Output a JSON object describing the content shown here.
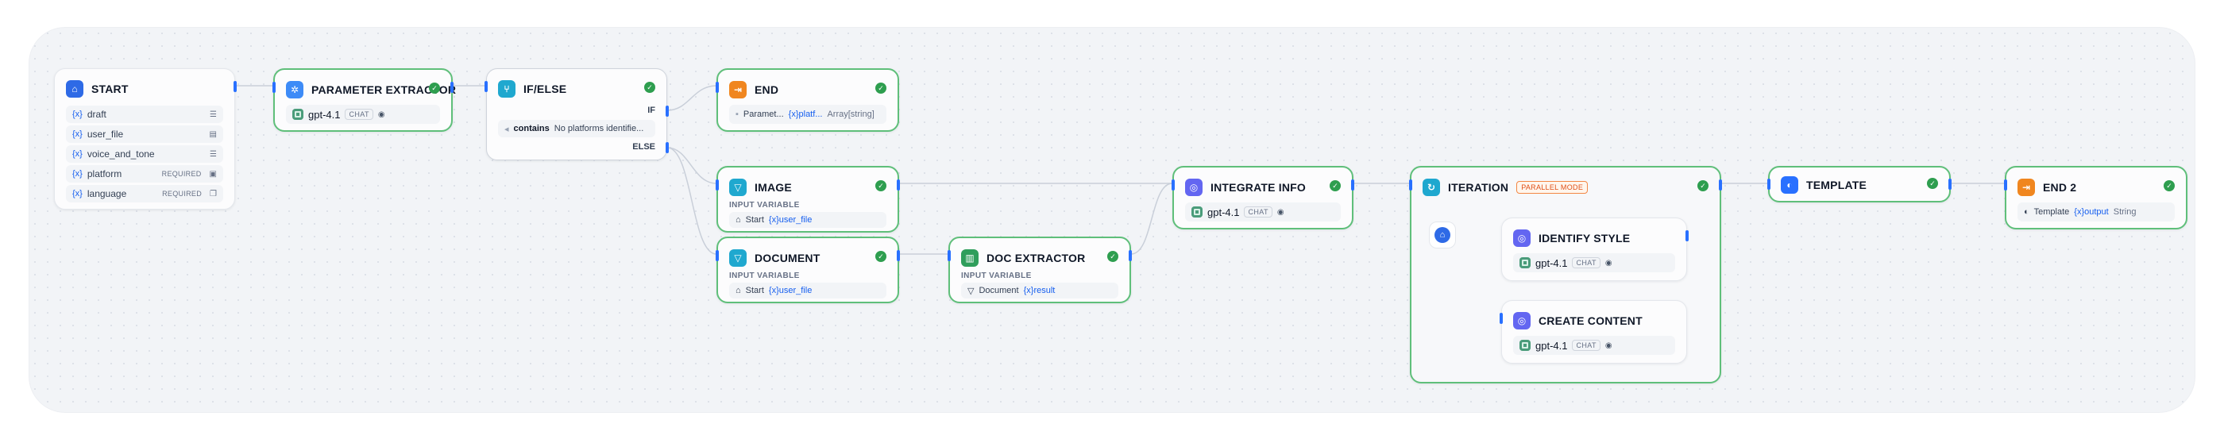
{
  "colors": {
    "accent_blue": "#2970ff",
    "success_green": "#2e9e4f",
    "node_border_selected": "#5fbf7a",
    "start_icon": "#2e6ae6",
    "param_icon": "#3d8bf7",
    "ifelse_icon": "#1fa8cf",
    "end_icon": "#f0861f",
    "image_icon": "#1fa8cf",
    "doc_extractor_icon": "#2f9e5b",
    "integrate_icon": "#6366f1",
    "iteration_icon": "#1fa8cf",
    "template_icon": "#2970ff",
    "parallel_badge": "#e04f16"
  },
  "start": {
    "title": "START",
    "icon": "home-icon",
    "vars": [
      {
        "prefix": "{x}",
        "name": "draft",
        "required": "",
        "icon": "text-paragraph-icon"
      },
      {
        "prefix": "{x}",
        "name": "user_file",
        "required": "",
        "icon": "file-icon"
      },
      {
        "prefix": "{x}",
        "name": "voice_and_tone",
        "required": "",
        "icon": "text-paragraph-icon"
      },
      {
        "prefix": "{x}",
        "name": "platform",
        "required": "REQUIRED",
        "icon": "select-icon"
      },
      {
        "prefix": "{x}",
        "name": "language",
        "required": "REQUIRED",
        "icon": "files-icon"
      }
    ]
  },
  "param_extractor": {
    "title": "PARAMETER EXTRACTOR",
    "model": "gpt-4.1",
    "mode": "CHAT"
  },
  "ifelse": {
    "title": "IF/ELSE",
    "if_label": "IF",
    "else_label": "ELSE",
    "operator": "contains",
    "condition_value": "No platforms identifie..."
  },
  "end": {
    "title": "END",
    "var_source": "Paramet...",
    "var_name": "{x}platf...",
    "var_type": "Array[string]"
  },
  "image": {
    "title": "IMAGE",
    "input_label": "INPUT VARIABLE",
    "source": "Start",
    "var": "{x}user_file"
  },
  "document": {
    "title": "DOCUMENT",
    "input_label": "INPUT VARIABLE",
    "source": "Start",
    "var": "{x}user_file"
  },
  "doc_extractor": {
    "title": "DOC EXTRACTOR",
    "input_label": "INPUT VARIABLE",
    "source": "Document",
    "var": "{x}result"
  },
  "integrate_info": {
    "title": "INTEGRATE INFO",
    "model": "gpt-4.1",
    "mode": "CHAT"
  },
  "iteration": {
    "title": "ITERATION",
    "badge": "PARALLEL MODE"
  },
  "identify_style": {
    "title": "IDENTIFY STYLE",
    "model": "gpt-4.1",
    "mode": "CHAT"
  },
  "create_content": {
    "title": "CREATE CONTENT",
    "model": "gpt-4.1",
    "mode": "CHAT"
  },
  "template": {
    "title": "TEMPLATE"
  },
  "end2": {
    "title": "END 2",
    "source": "Template",
    "var": "{x}output",
    "var_type": "String"
  }
}
